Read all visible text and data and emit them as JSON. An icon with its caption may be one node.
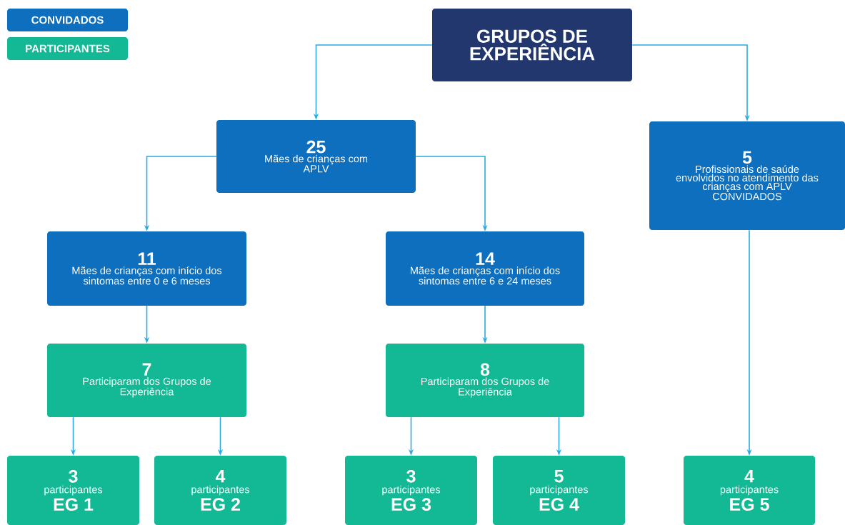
{
  "diagram": {
    "nodes": [
      {
        "text": [
          "GRUPOS DE EXPERIÊNCIA"
        ]
      },
      {
        "text": [
          "25",
          "Mães de crianças com APLV"
        ]
      },
      {
        "text": [
          "5",
          "Profissionais de saúde envolvidos no atendimento das crianças com APLV CONVIDADOS"
        ]
      },
      {
        "text": [
          "11",
          "Mães de crianças com início dos sintomas entre 0 e 6 meses"
        ]
      },
      {
        "text": [
          "14",
          "Mães de crianças com início dos sintomas entre 6 e 24 meses"
        ]
      },
      {
        "text": [
          "7",
          "Participaram dos Grupos de Experiência"
        ]
      },
      {
        "text": [
          "8",
          "Participaram dos Grupos de Experiência"
        ]
      },
      {
        "text": [
          "3",
          "participantes",
          "EG 1"
        ]
      },
      {
        "text": [
          "4",
          "participantes",
          "EG 2"
        ]
      },
      {
        "text": [
          "3",
          "participantes",
          "EG 3"
        ]
      },
      {
        "text": [
          "5",
          "participantes",
          "EG 4"
        ]
      },
      {
        "text": [
          "4",
          "participantes",
          "EG 5"
        ]
      }
    ],
    "edges": [
      {
        "from": 0,
        "to": 1,
        "arrow": "to"
      },
      {
        "from": 0,
        "to": 2,
        "arrow": "to"
      },
      {
        "from": 1,
        "to": 3,
        "arrow": "to"
      },
      {
        "from": 1,
        "to": 4,
        "arrow": "to"
      },
      {
        "from": 3,
        "to": 5,
        "arrow": "to"
      },
      {
        "from": 4,
        "to": 6,
        "arrow": "to"
      },
      {
        "from": 5,
        "to": 7,
        "arrow": "to"
      },
      {
        "from": 5,
        "to": 8,
        "arrow": "to"
      },
      {
        "from": 6,
        "to": 9,
        "arrow": "to"
      },
      {
        "from": 6,
        "to": 10,
        "arrow": "to"
      },
      {
        "from": 2,
        "to": 11,
        "arrow": "to"
      }
    ],
    "legend": [
      {
        "text": "CONVIDADOS",
        "color": "#0e6fbf"
      },
      {
        "text": "PARTICIPANTES",
        "color": "#13b894"
      }
    ]
  }
}
